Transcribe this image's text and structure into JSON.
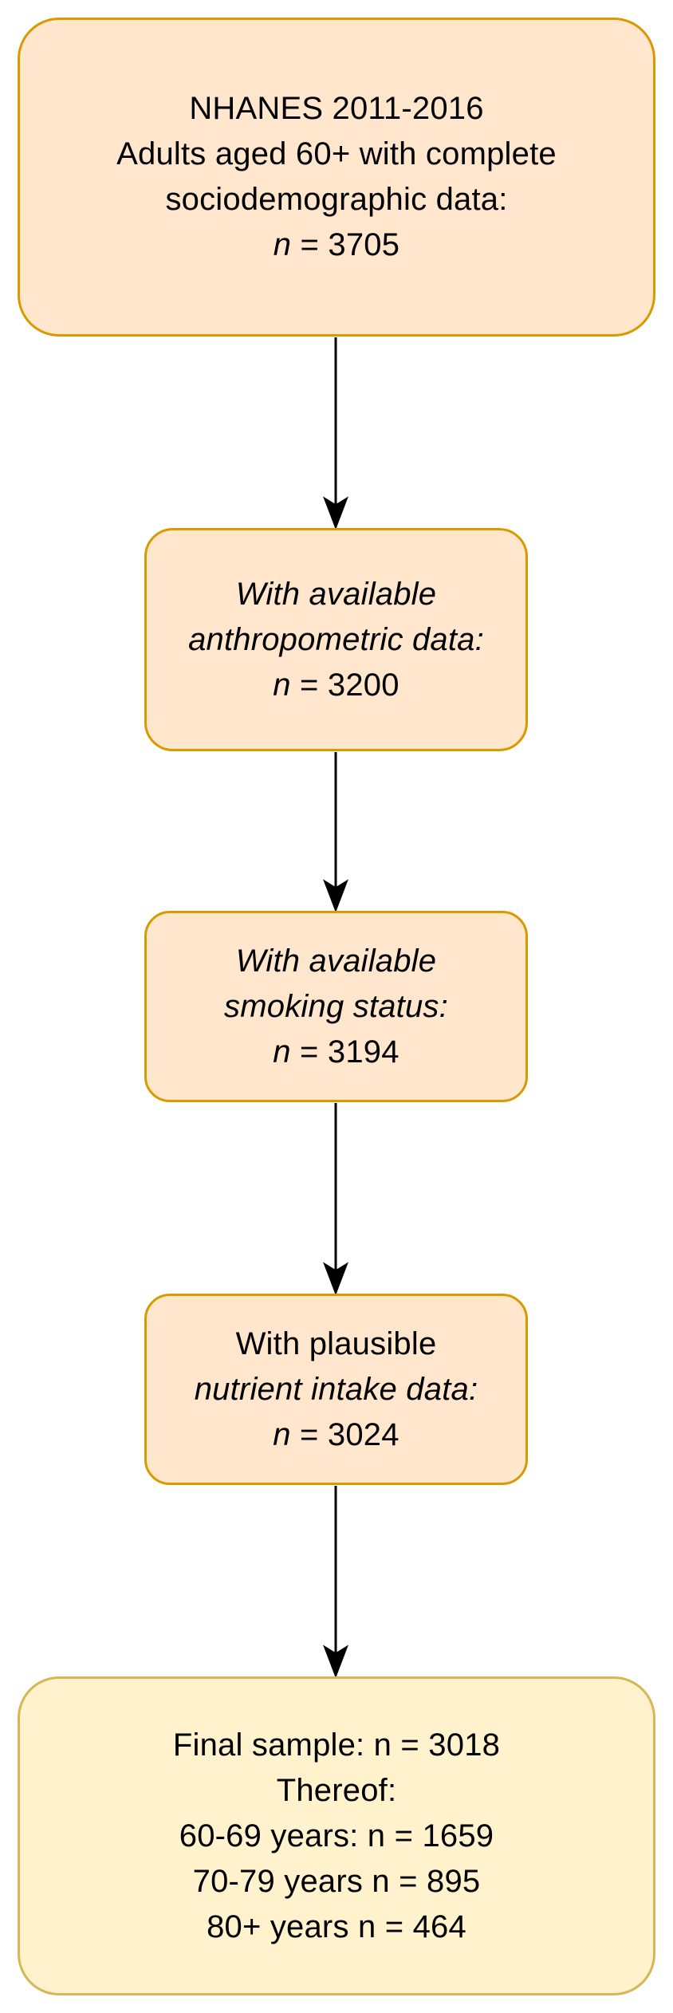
{
  "flowchart": {
    "box1": {
      "line1": "NHANES 2011-2016",
      "line2": "Adults aged 60+ with complete",
      "line3": "sociodemographic data:",
      "n_label": "n",
      "n_value": " = 3705"
    },
    "box2": {
      "line1": "With available",
      "line2": "anthropometric data:",
      "n_label": "n",
      "n_value": " = 3200"
    },
    "box3": {
      "line1": "With available",
      "line2": "smoking status:",
      "n_label": "n",
      "n_value": " = 3194"
    },
    "box4": {
      "line1": "With plausible",
      "line2": "nutrient intake data:",
      "n_label": "n",
      "n_value": " = 3024"
    },
    "box5": {
      "line1": "Final sample: n = 3018",
      "line2": "Thereof:",
      "line3": "60-69 years: n = 1659",
      "line4": "70-79 years n = 895",
      "line5": "80+ years n = 464"
    }
  },
  "colors": {
    "step_fill": "#ffe6cc",
    "step_border": "#d79b00",
    "final_fill": "#fff2cc",
    "final_border": "#d6b656",
    "arrow": "#000000"
  }
}
